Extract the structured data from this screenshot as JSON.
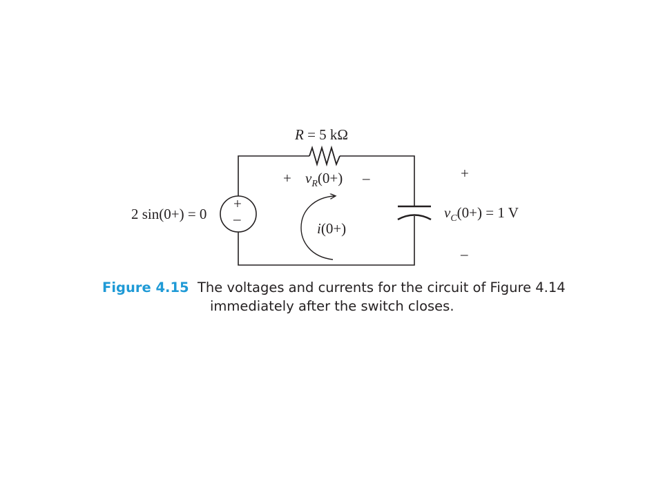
{
  "diagram": {
    "resistor_label": {
      "symbol": "R",
      "rest": " = 5 kΩ"
    },
    "source_label": "2 sin(0+) = 0",
    "source_plus": "+",
    "source_minus": "–",
    "vr_plus": "+",
    "vr_minus": "–",
    "vr_label": {
      "v": "v",
      "sub": "R",
      "rest": "(0+)"
    },
    "current_label": {
      "i": "i",
      "rest": "(0+)"
    },
    "vc_plus": "+",
    "vc_minus": "–",
    "vc_label": {
      "v": "v",
      "sub": "C",
      "rest": "(0+) = 1 V"
    }
  },
  "caption": {
    "figure_number": "Figure 4.15",
    "line1": "The voltages and currents for the circuit of Figure 4.14",
    "line2": "immediately after the switch closes."
  },
  "colors": {
    "figure_label": "#1f9ad6",
    "ink": "#231f20"
  }
}
